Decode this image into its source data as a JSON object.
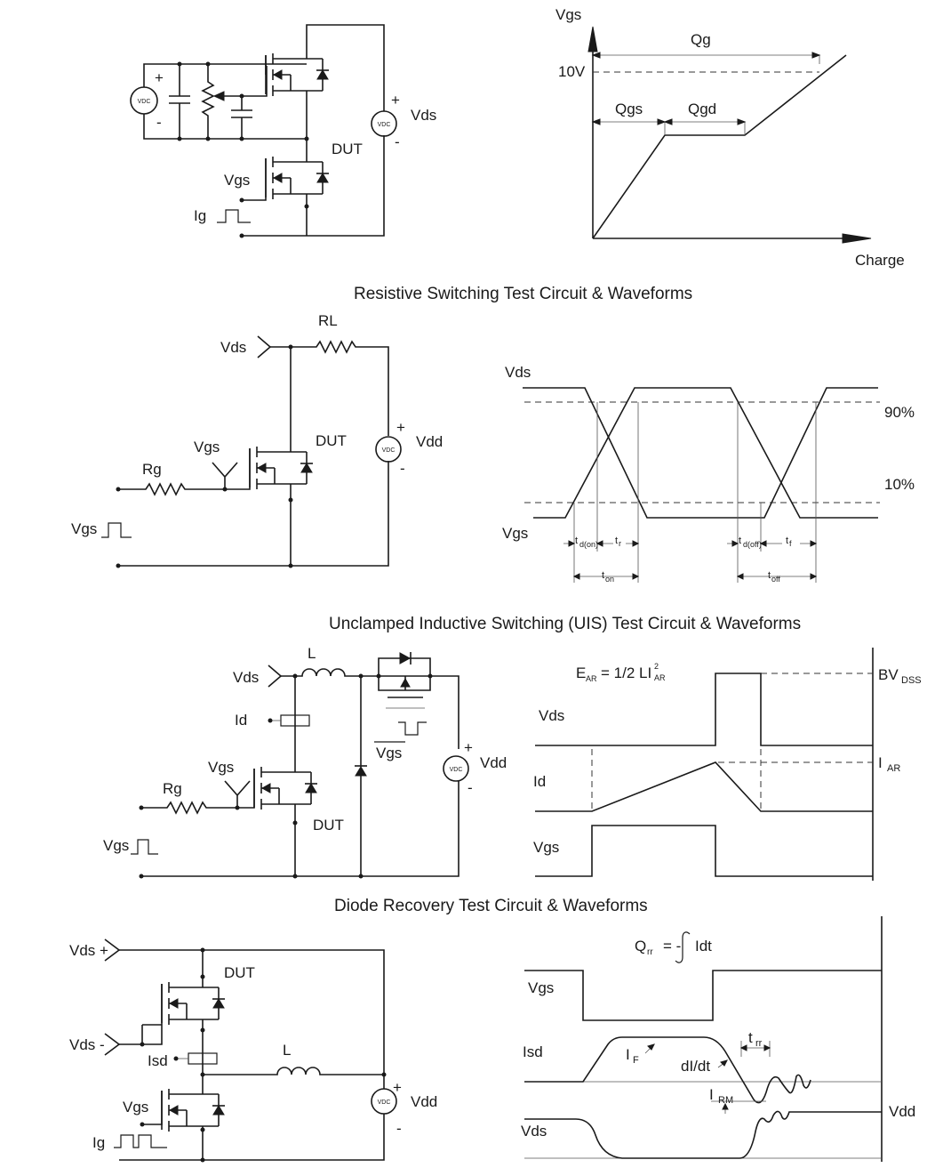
{
  "gate_charge": {
    "circuit": {
      "vgs": "Vgs",
      "ig": "Ig",
      "dut": "DUT",
      "vds": "Vds",
      "vdc": "VDC",
      "plus": "+",
      "minus": "-"
    },
    "waveform": {
      "vgs_axis": "Vgs",
      "charge_axis": "Charge",
      "ten_v": "10V",
      "qg": "Qg",
      "qgs": "Qgs",
      "qgd": "Qgd"
    }
  },
  "resistive": {
    "title": "Resistive Switching Test Circuit & Waveforms",
    "circuit": {
      "vds": "Vds",
      "rl": "RL",
      "vgs": "Vgs",
      "dut": "DUT",
      "rg": "Rg",
      "vdd": "Vdd",
      "vgs_pulse": "Vgs",
      "vdc": "VDC",
      "plus": "+",
      "minus": "-"
    },
    "waveform": {
      "vds": "Vds",
      "vgs": "Vgs",
      "p90": "90%",
      "p10": "10%",
      "td_on_t": "t",
      "td_on_s": "d(on)",
      "tr_t": "t",
      "tr_s": "r",
      "td_off_t": "t",
      "td_off_s": "d(off)",
      "tf_t": "t",
      "tf_s": "f",
      "ton_t": "t",
      "ton_s": "on",
      "toff_t": "t",
      "toff_s": "off"
    }
  },
  "uis": {
    "title": "Unclamped Inductive Switching (UIS) Test Circuit & Waveforms",
    "circuit": {
      "vds": "Vds",
      "l": "L",
      "id": "Id",
      "vgs": "Vgs",
      "rg": "Rg",
      "dut": "DUT",
      "vgs_bar": "Vgs",
      "vdd": "Vdd",
      "vgs_pulse": "Vgs",
      "vdc": "VDC",
      "plus": "+",
      "minus": "-"
    },
    "waveform": {
      "ear_e": "E",
      "ear_s": "AR",
      "ear_eq": "= 1/2 LI",
      "ear_sup": "2",
      "ear_sub": "AR",
      "bv": "BV",
      "bv_s": "DSS",
      "iar": "I",
      "iar_s": "AR",
      "vds": "Vds",
      "id": "Id",
      "vgs": "Vgs"
    }
  },
  "diode": {
    "title": "Diode Recovery Test Circuit & Waveforms",
    "circuit": {
      "vds_p": "Vds +",
      "vds_m": "Vds -",
      "dut": "DUT",
      "isd": "Isd",
      "l": "L",
      "vgs": "Vgs",
      "ig": "Ig",
      "vdd": "Vdd",
      "vdc": "VDC",
      "plus": "+",
      "minus": "-"
    },
    "waveform": {
      "qrr_q": "Q",
      "qrr_s": "rr",
      "qrr_eq": "= -",
      "qrr_int": "Idt",
      "vgs": "Vgs",
      "isd": "Isd",
      "if": "I",
      "if_s": "F",
      "didt": "dI/dt",
      "trr": "t",
      "trr_s": "rr",
      "irm": "I",
      "irm_s": "RM",
      "vds": "Vds",
      "vdd": "Vdd"
    }
  }
}
